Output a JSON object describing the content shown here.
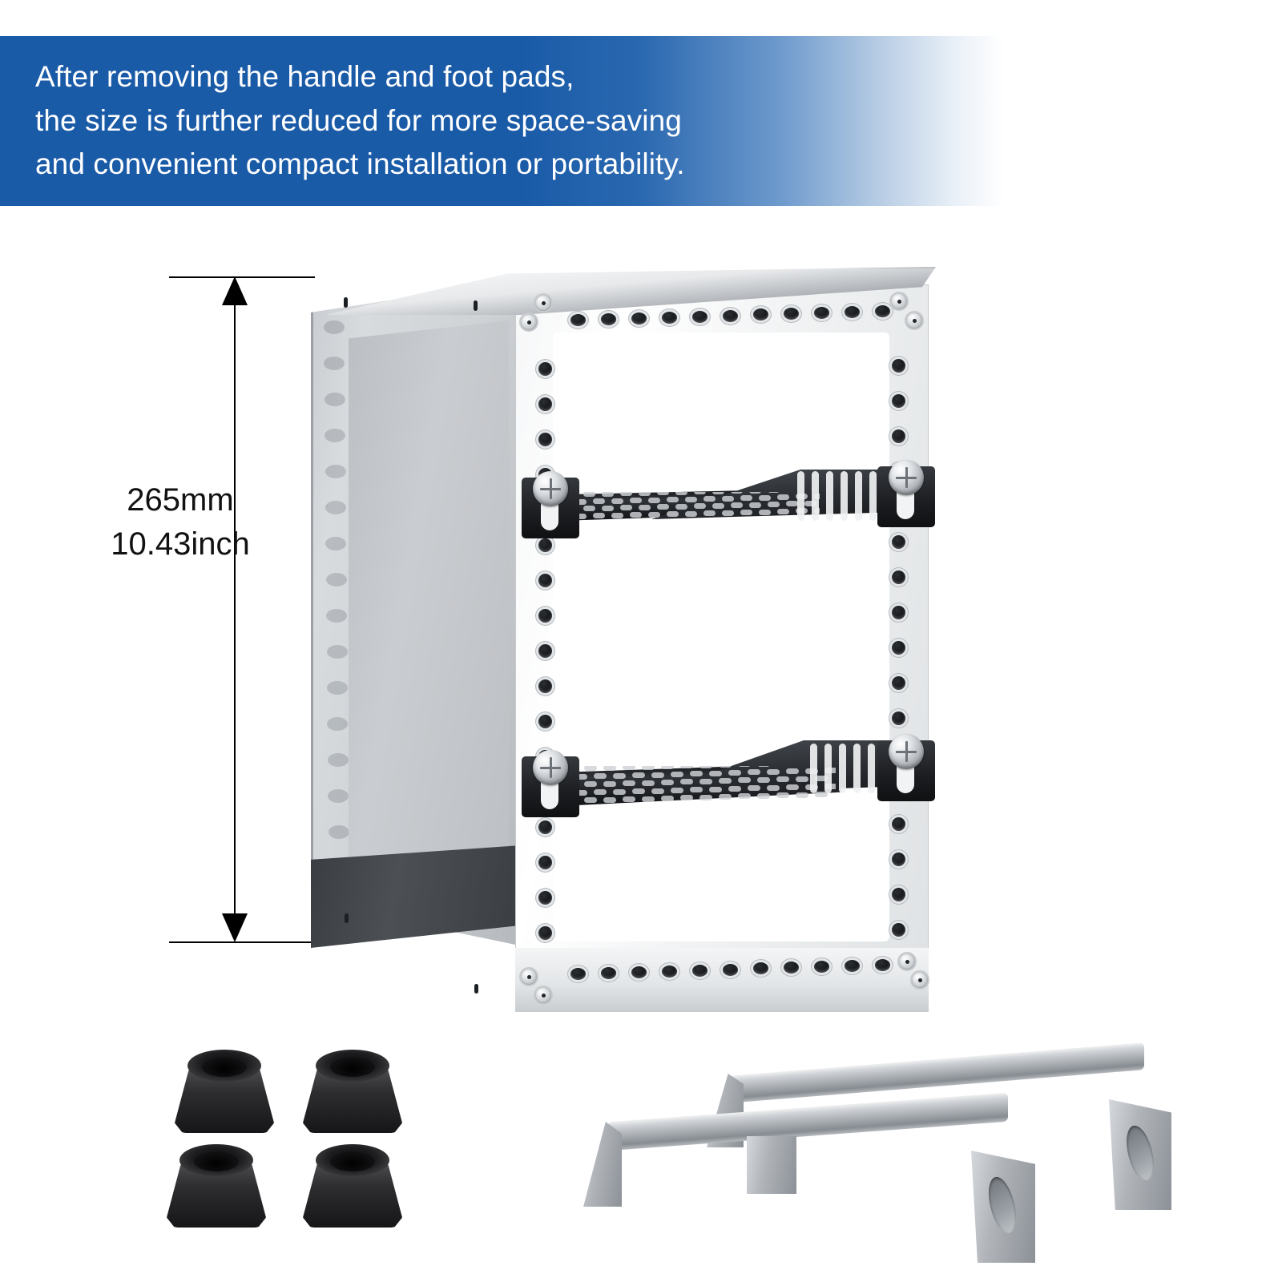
{
  "banner": {
    "text": "After removing the handle and foot pads,\nthe size is further reduced for more space-saving\nand convenient compact installation or portability.",
    "bg_color_start": "#1a5ba8",
    "bg_color_end": "#ffffff",
    "text_color": "#ffffff"
  },
  "dimension": {
    "value_mm": "265mm",
    "value_inch": "10.43inch",
    "orientation": "vertical",
    "measures": "enclosure-height"
  },
  "product": {
    "name": "rack-mount-enclosure-chassis",
    "frame_color": "#e3e6e8",
    "shelf_color": "#1b1d20",
    "accent_metal": "#a8adb3",
    "shelf_count": 2,
    "side_panel_finish": "frosted-acrylic"
  },
  "accessories": {
    "foot_pads": {
      "label": "rubber-foot-pads",
      "count": 4,
      "color": "#161618"
    },
    "handles": {
      "label": "aluminum-carry-handles",
      "count": 2,
      "color": "#a5aaaf"
    }
  }
}
